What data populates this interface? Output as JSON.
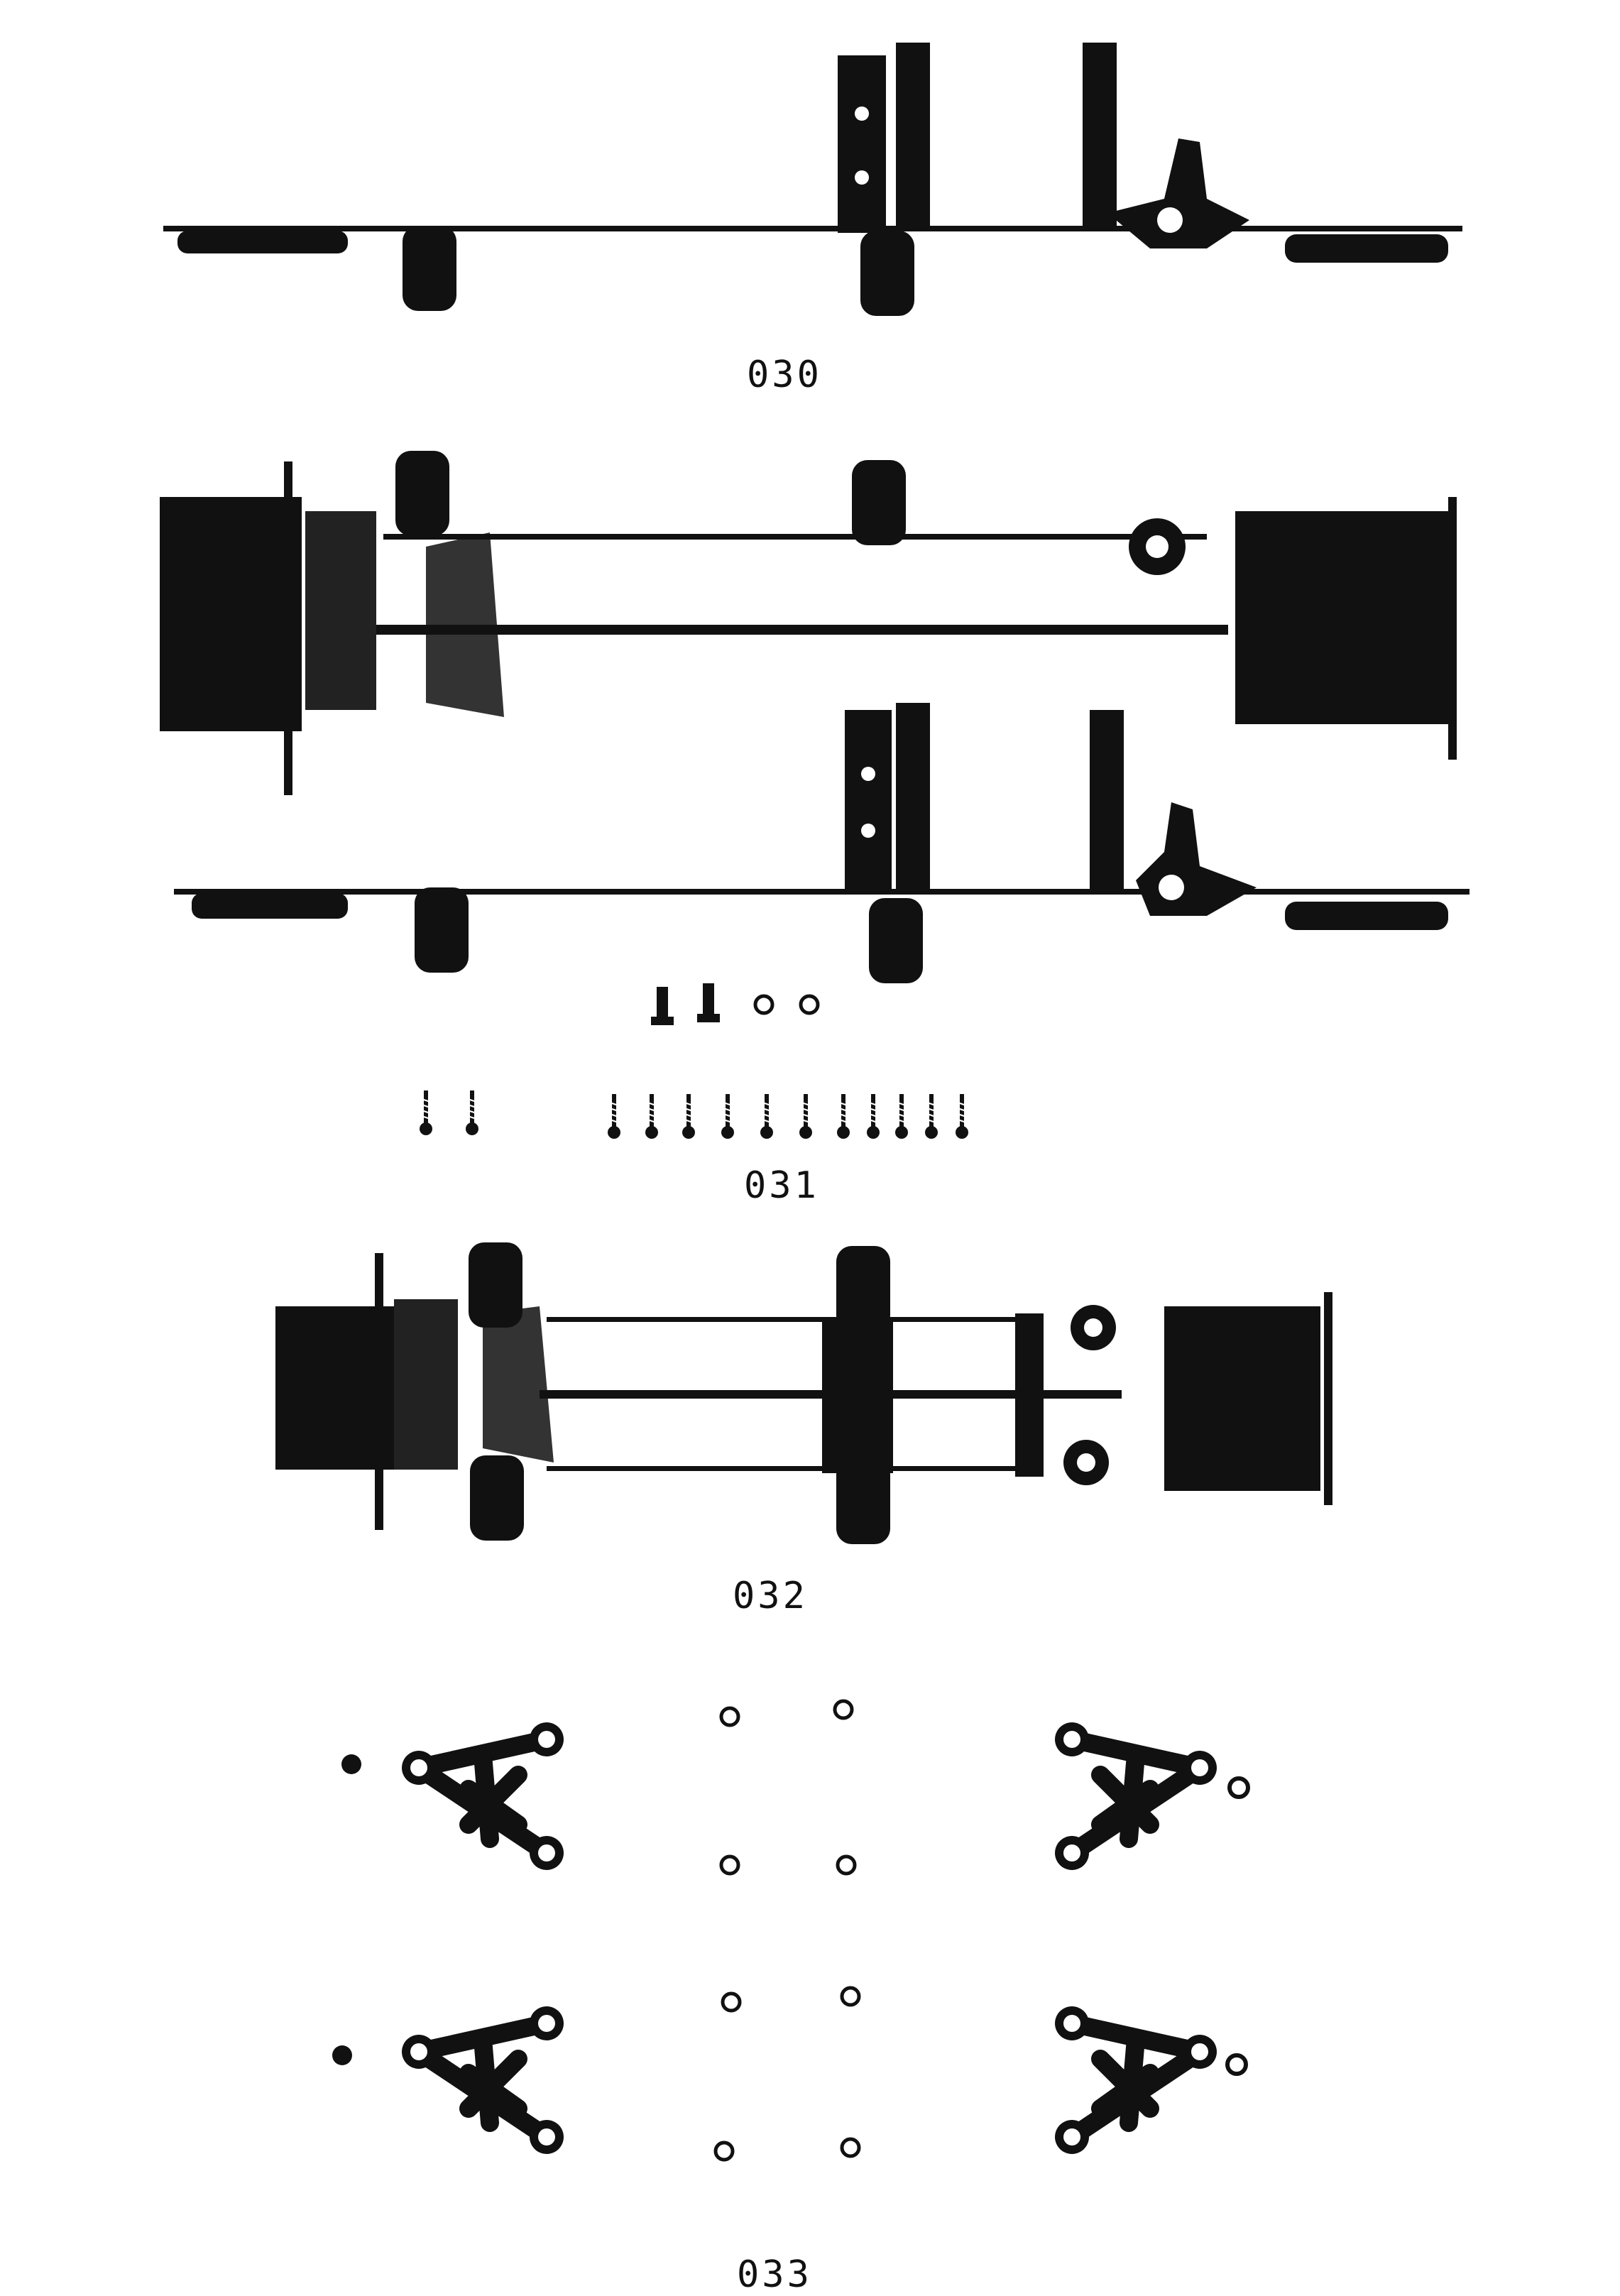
{
  "steps": [
    {
      "id": "030"
    },
    {
      "id": "031"
    },
    {
      "id": "032"
    },
    {
      "id": "033"
    }
  ],
  "colors": {
    "ink": "#111111",
    "paper": "#ffffff",
    "gray": "#555555"
  }
}
